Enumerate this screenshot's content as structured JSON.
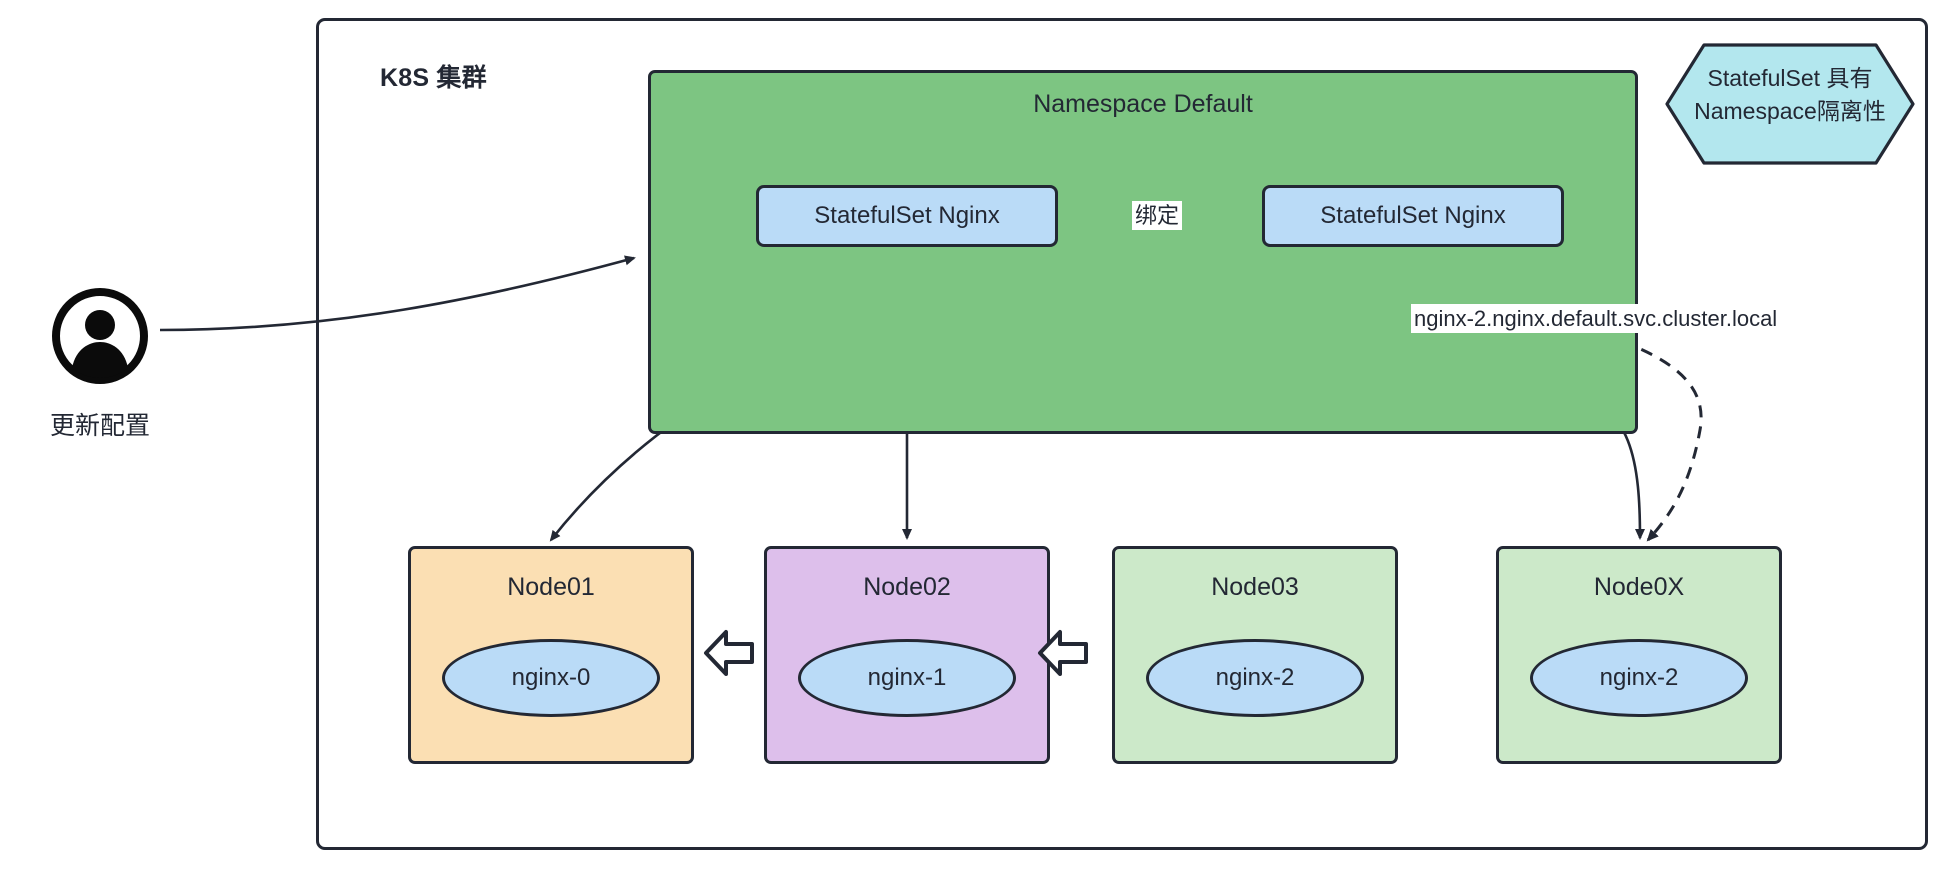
{
  "diagram": {
    "cluster": {
      "title": "K8S 集群"
    },
    "namespace": {
      "title": "Namespace Default"
    },
    "statefulsets": [
      {
        "id": "sts-left",
        "label": "StatefulSet Nginx"
      },
      {
        "id": "sts-right",
        "label": "StatefulSet Nginx"
      }
    ],
    "edge_labels": {
      "bind": "绑定",
      "fqdn": "nginx-2.nginx.default.svc.cluster.local"
    },
    "note": {
      "line1": "StatefulSet 具有",
      "line2": "Namespace隔离性"
    },
    "actor": {
      "icon": "user-icon",
      "label": "更新配置"
    },
    "nodes": [
      {
        "id": "node-01",
        "title": "Node01",
        "pod": "nginx-0",
        "fill": "#fbdfb3"
      },
      {
        "id": "node-02",
        "title": "Node02",
        "pod": "nginx-1",
        "fill": "#ddbfeb"
      },
      {
        "id": "node-03",
        "title": "Node03",
        "pod": "nginx-2",
        "fill": "#cce9c9"
      },
      {
        "id": "node-0x",
        "title": "Node0X",
        "pod": "nginx-2",
        "fill": "#cce9c9"
      }
    ],
    "colors": {
      "stroke": "#232834",
      "namespace_fill": "#7dc582",
      "statefulset_fill": "#badbf7",
      "note_fill": "#b3e7ee",
      "pod_fill": "#badbf7",
      "background": "#ffffff"
    }
  }
}
